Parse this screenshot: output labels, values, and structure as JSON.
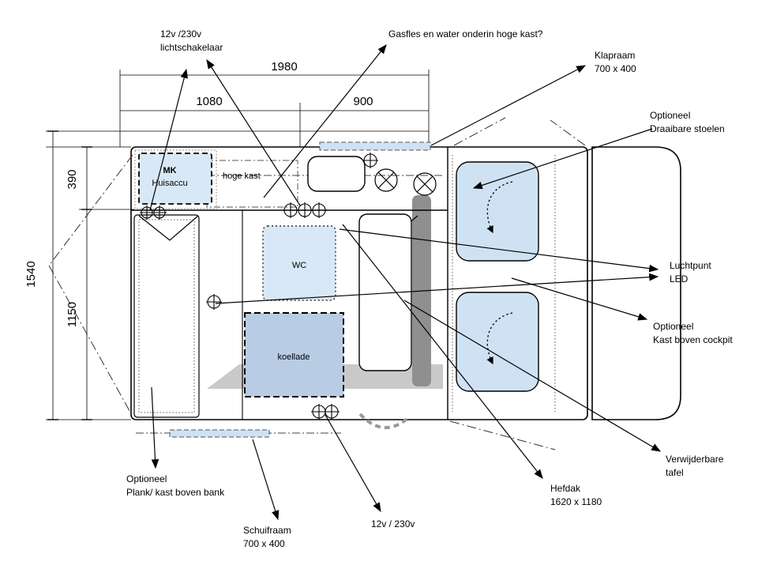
{
  "diagram": {
    "dims": {
      "total_length": "1980",
      "left_length": "1080",
      "right_length": "900",
      "total_width": "1540",
      "top_width": "390",
      "bottom_width": "1150"
    },
    "rooms": {
      "mk": "MK",
      "huisaccu": "Huisaccu",
      "hoge_kast": "hoge kast",
      "wc": "WC",
      "koellade": "koellade"
    },
    "labels": {
      "lichtschakelaar1": "12v /230v",
      "lichtschakelaar2": "lichtschakelaar",
      "gasfles": "Gasfles en water onderin hoge kast?",
      "klapraam1": "Klapraam",
      "klapraam2": "700 x 400",
      "stoelen1": "Optioneel",
      "stoelen2": "Draaibare stoelen",
      "luchtpunt1": "Luchtpunt",
      "luchtpunt2": "LED",
      "kastcockpit1": "Optioneel",
      "kastcockpit2": "Kast boven cockpit",
      "tafel1": "Verwijderbare",
      "tafel2": "tafel",
      "hefdak1": "Hefdak",
      "hefdak2": "1620 x 1180",
      "outlet": "12v / 230v",
      "schuifraam1": "Schuifraam",
      "schuifraam2": "700 x 400",
      "plank1": "Optioneel",
      "plank2": "Plank/ kast boven bank"
    },
    "colors": {
      "light_blue": "#d9e8f6",
      "seat_blue": "#cfe2f3",
      "koellade_blue": "#b8cce4",
      "window_blue": "#cfe2f3",
      "gray": "#c9c9c9",
      "dark_gray": "#8f8f8f"
    }
  }
}
